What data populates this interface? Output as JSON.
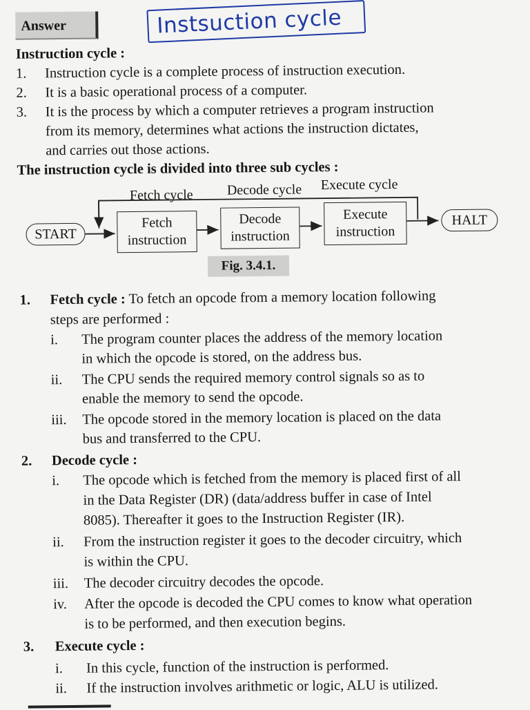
{
  "header": {
    "answer_label": "Answer",
    "handwritten_title": "Instsuction cycle"
  },
  "intro": {
    "heading": "Instruction cycle :",
    "points": [
      {
        "num": "1.",
        "lines": [
          "Instruction cycle is a complete process of instruction execution."
        ]
      },
      {
        "num": "2.",
        "lines": [
          "It is a basic operational process of a computer."
        ]
      },
      {
        "num": "3.",
        "lines": [
          "It is the process by which a computer retrieves a program instruction",
          "from its memory, determines what actions the instruction dictates,",
          "and carries out those actions."
        ]
      }
    ],
    "division_heading": "The instruction cycle is divided into three sub cycles :"
  },
  "diagram": {
    "top_labels": [
      "Fetch cycle",
      "Decode cycle",
      "Execute cycle"
    ],
    "start": "START",
    "halt": "HALT",
    "boxes": [
      [
        "Fetch",
        "instruction"
      ],
      [
        "Decode",
        "instruction"
      ],
      [
        "Execute",
        "instruction"
      ]
    ],
    "caption": "Fig. 3.4.1."
  },
  "sections": [
    {
      "num": "1.",
      "title": "Fetch cycle :",
      "title_rest": " To fetch an opcode from a memory location following",
      "cont": "steps are performed :",
      "items": [
        {
          "num": "i.",
          "lines": [
            "The program counter places the address of the memory location",
            "in which the opcode is stored, on the address bus."
          ]
        },
        {
          "num": "ii.",
          "lines": [
            "The CPU sends the required memory control signals so as to",
            "enable the memory to send the opcode."
          ]
        },
        {
          "num": "iii.",
          "lines": [
            "The opcode stored in the memory location is placed on the data",
            "bus and transferred to the CPU."
          ]
        }
      ]
    },
    {
      "num": "2.",
      "title": "Decode cycle :",
      "items": [
        {
          "num": "i.",
          "lines": [
            "The opcode which is fetched from the memory is placed first of all",
            "in the Data Register (DR) (data/address buffer in case of Intel",
            "8085). Thereafter it goes to the Instruction Register (IR)."
          ]
        },
        {
          "num": "ii.",
          "lines": [
            "From the instruction register it goes to the decoder circuitry, which",
            "is within the CPU."
          ]
        },
        {
          "num": "iii.",
          "lines": [
            "The decoder circuitry decodes the opcode."
          ]
        },
        {
          "num": "iv.",
          "lines": [
            "After the opcode is decoded the CPU comes to know what operation",
            "is to be performed, and then execution begins."
          ]
        }
      ]
    },
    {
      "num": "3.",
      "title": "Execute cycle :",
      "items": [
        {
          "num": "i.",
          "lines": [
            "In this cycle, function of the instruction is performed."
          ]
        },
        {
          "num": "ii.",
          "lines": [
            "If the instruction involves arithmetic or logic, ALU is utilized."
          ]
        }
      ]
    }
  ]
}
